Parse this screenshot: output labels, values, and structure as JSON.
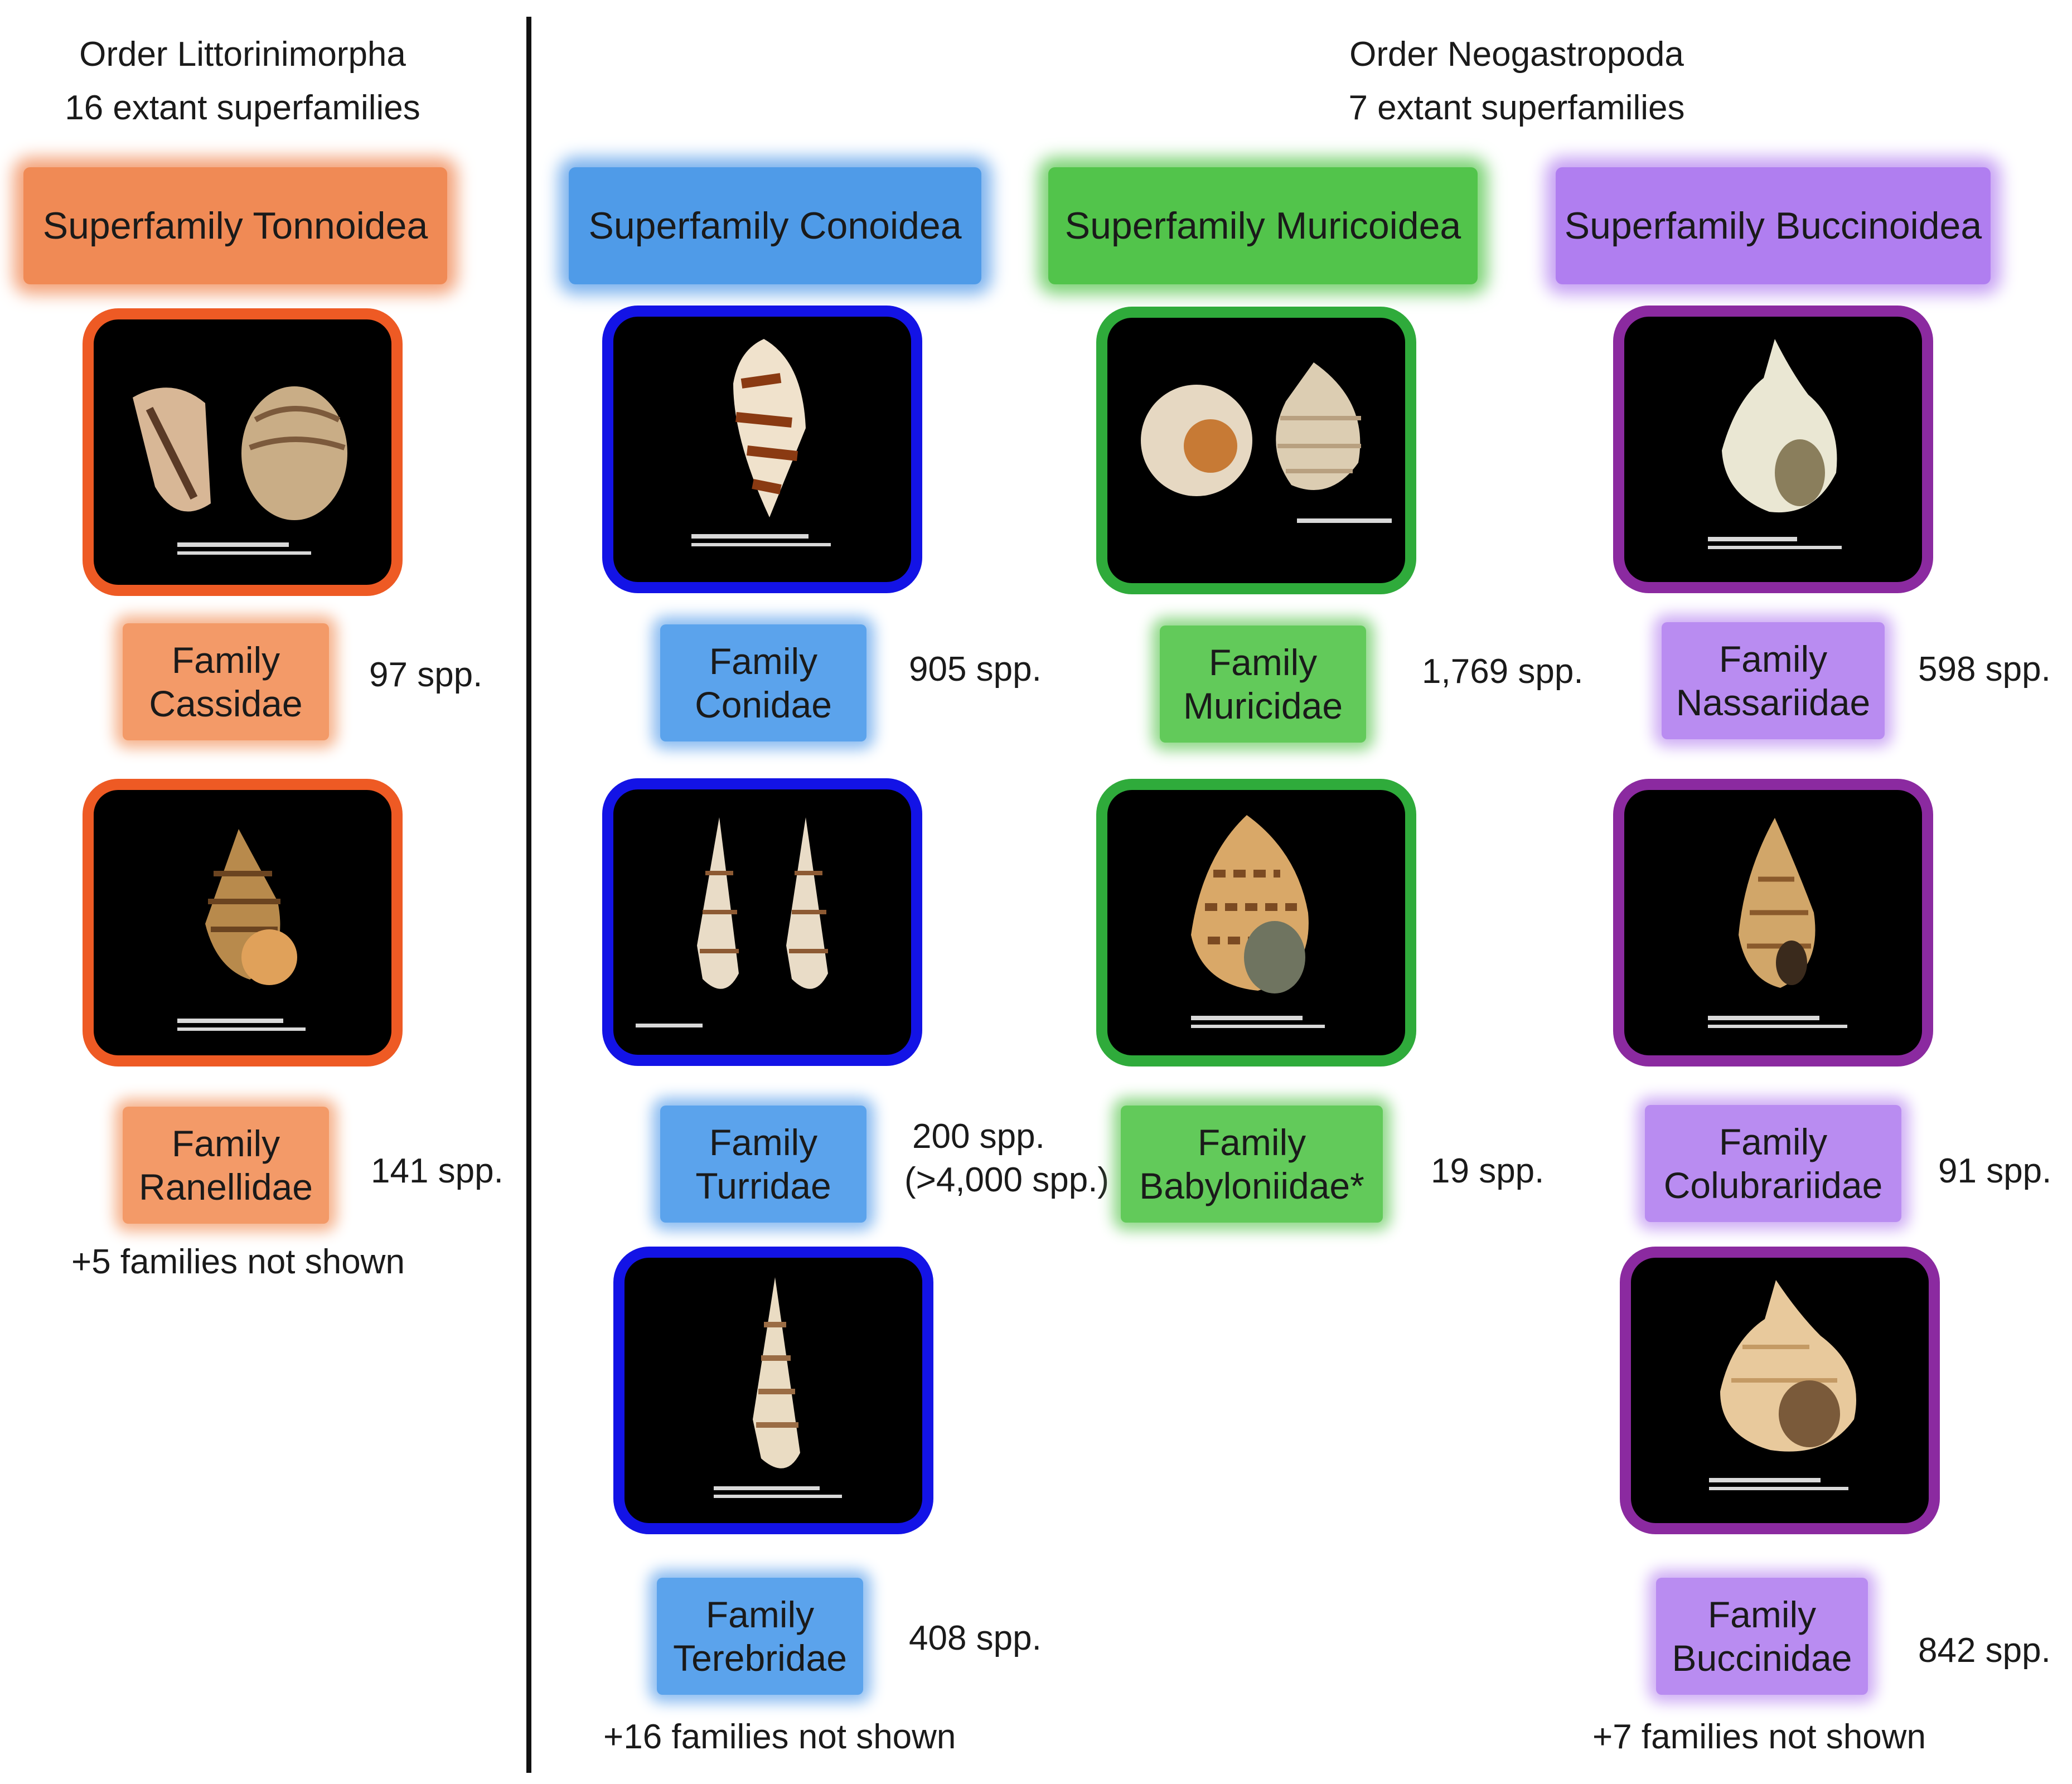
{
  "orders": {
    "left": {
      "name": "Order Littorinimorpha",
      "superfamily_count": "16 extant superfamilies"
    },
    "right": {
      "name": "Order Neogastropoda",
      "superfamily_count": "7 extant superfamilies"
    }
  },
  "superfamilies": {
    "tonnoidea": "Superfamily Tonnoidea",
    "conoidea": "Superfamily Conoidea",
    "muricoidea": "Superfamily Muricoidea",
    "buccinoidea": "Superfamily Buccinoidea"
  },
  "families": {
    "cassidae": {
      "line1": "Family",
      "line2": "Cassidae",
      "count": "97 spp."
    },
    "ranellidae": {
      "line1": "Family",
      "line2": "Ranellidae",
      "count": "141 spp."
    },
    "conidae": {
      "line1": "Family",
      "line2": "Conidae",
      "count": "905 spp."
    },
    "turridae": {
      "line1": "Family",
      "line2": "Turridae",
      "count": "200 spp.",
      "count2": "(>4,000 spp.)"
    },
    "terebridae": {
      "line1": "Family",
      "line2": "Terebridae",
      "count": "408 spp."
    },
    "muricidae": {
      "line1": "Family",
      "line2": "Muricidae",
      "count": "1,769 spp."
    },
    "babyloniidae": {
      "line1": "Family",
      "line2": "Babyloniidae*",
      "count": "19 spp."
    },
    "nassariidae": {
      "line1": "Family",
      "line2": "Nassariidae",
      "count": "598 spp."
    },
    "colubrariidae": {
      "line1": "Family",
      "line2": "Colubrariidae",
      "count": "91 spp."
    },
    "buccinidae": {
      "line1": "Family",
      "line2": "Buccinidae",
      "count": "842 spp."
    }
  },
  "notes": {
    "tonnoidea": "+5 families not shown",
    "conoidea": "+16 families not shown",
    "buccinoidea": "+7 families not shown"
  },
  "colors": {
    "orange": "#ee5a24",
    "blue": "#1313e6",
    "green": "#2fab3b",
    "purple": "#8b2aa0"
  },
  "images": [
    "cassidae-shell-photo",
    "ranellidae-shell-photo",
    "conidae-shell-photo",
    "turridae-shell-photo",
    "terebridae-shell-photo",
    "muricidae-shell-photo",
    "babyloniidae-shell-photo",
    "nassariidae-shell-photo",
    "colubrariidae-shell-photo",
    "buccinidae-shell-photo"
  ]
}
